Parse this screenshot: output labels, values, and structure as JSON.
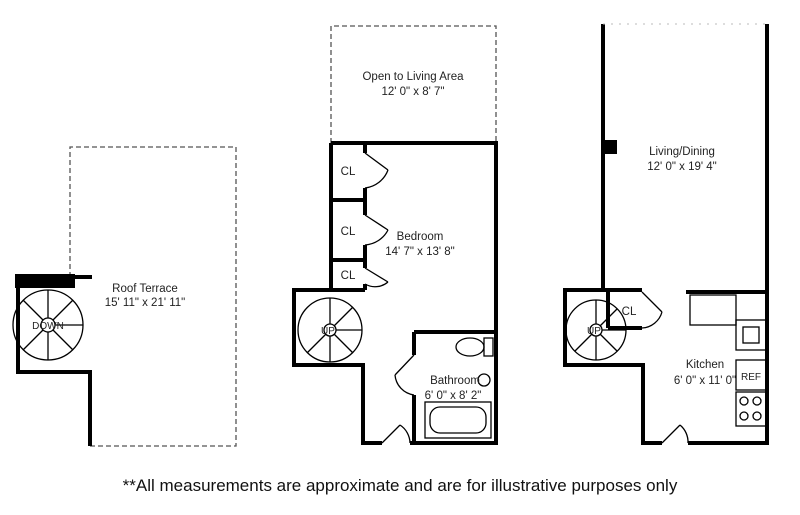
{
  "rooms": {
    "roof_terrace": {
      "name": "Roof Terrace",
      "size": "15' 11\" x 21' 11\""
    },
    "open_to_living": {
      "name": "Open to Living Area",
      "size": "12' 0\" x 8' 7\""
    },
    "bedroom": {
      "name": "Bedroom",
      "size": "14' 7\" x 13' 8\""
    },
    "bathroom": {
      "name": "Bathroom",
      "size": "6' 0\" x 8' 2\""
    },
    "living_dining": {
      "name": "Living/Dining",
      "size": "12' 0\" x 19' 4\""
    },
    "kitchen": {
      "name": "Kitchen",
      "size": "6' 0\" x 11' 0\""
    }
  },
  "labels": {
    "closet": "CL",
    "stair_down": "DOWN",
    "stair_up": "UP",
    "refrigerator": "REF"
  },
  "footnote": "**All measurements are approximate and are for illustrative purposes only"
}
